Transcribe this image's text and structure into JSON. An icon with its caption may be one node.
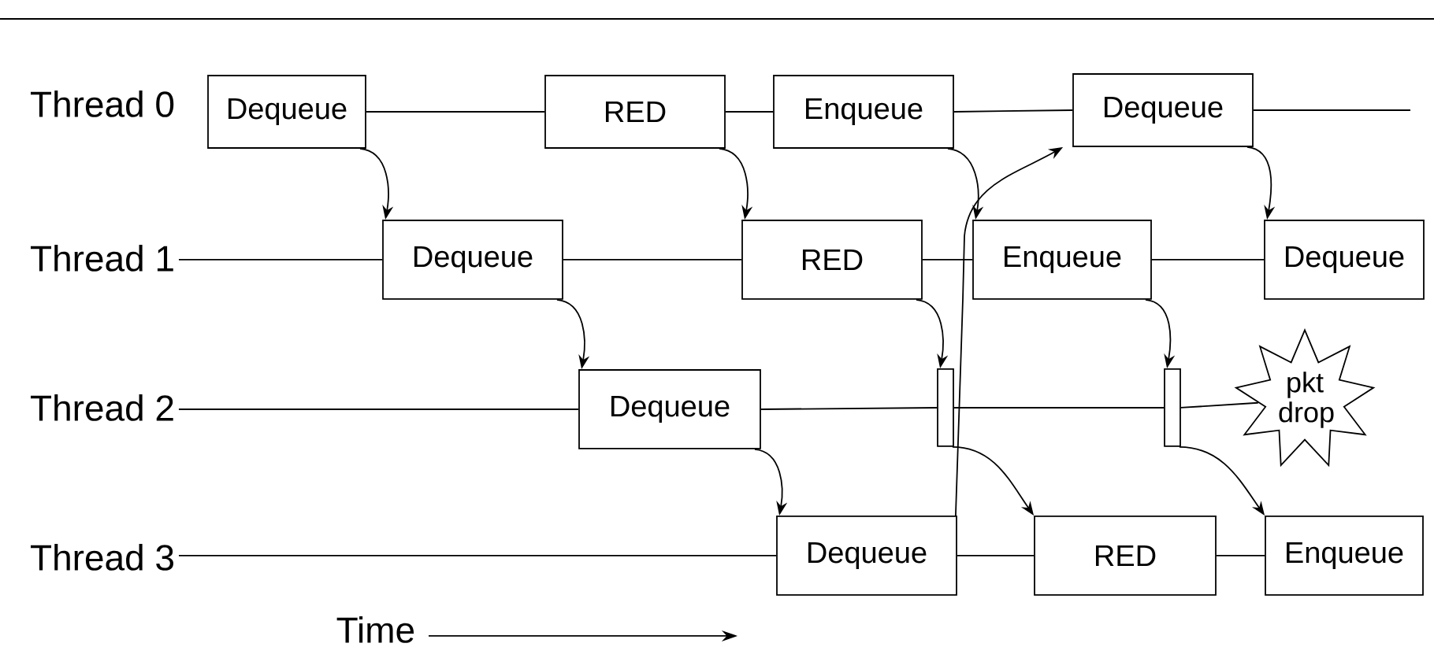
{
  "diagram": {
    "nodes": [
      {
        "text": [
          "Thread 0"
        ]
      },
      {
        "text": [
          "Dequeue"
        ]
      },
      {
        "text": [
          "RED"
        ]
      },
      {
        "text": [
          "Enqueue"
        ]
      },
      {
        "text": [
          "Dequeue"
        ]
      },
      {
        "text": [
          "Thread 1"
        ]
      },
      {
        "text": [
          "Dequeue"
        ]
      },
      {
        "text": [
          "RED"
        ]
      },
      {
        "text": [
          "Enqueue"
        ]
      },
      {
        "text": [
          "Dequeue"
        ]
      },
      {
        "text": [
          "Thread 2"
        ]
      },
      {
        "text": [
          "Dequeue"
        ]
      },
      {
        "text": [],
        "shape": "bar"
      },
      {
        "text": [],
        "shape": "bar"
      },
      {
        "text": [
          "pkt drop"
        ]
      },
      {
        "text": [
          "Thread 3"
        ]
      },
      {
        "text": [
          "Dequeue"
        ]
      },
      {
        "text": [
          "RED"
        ]
      },
      {
        "text": [
          "Enqueue"
        ]
      }
    ],
    "edges": [
      {
        "from": 1,
        "to": 2,
        "arrow": "none"
      },
      {
        "from": 2,
        "to": 3,
        "arrow": "none"
      },
      {
        "from": 3,
        "to": 4,
        "arrow": "none"
      },
      {
        "from": 4,
        "to": null,
        "arrow": "none"
      },
      {
        "from": 5,
        "to": 6,
        "arrow": "none"
      },
      {
        "from": 6,
        "to": 7,
        "arrow": "none"
      },
      {
        "from": 7,
        "to": 8,
        "arrow": "none"
      },
      {
        "from": 8,
        "to": 9,
        "arrow": "none"
      },
      {
        "from": 10,
        "to": 11,
        "arrow": "none"
      },
      {
        "from": 11,
        "to": 12,
        "arrow": "none"
      },
      {
        "from": 12,
        "to": 13,
        "arrow": "none"
      },
      {
        "from": 13,
        "to": 14,
        "arrow": "none"
      },
      {
        "from": 15,
        "to": 16,
        "arrow": "none"
      },
      {
        "from": 16,
        "to": 17,
        "arrow": "none"
      },
      {
        "from": 17,
        "to": 18,
        "arrow": "none"
      },
      {
        "from": 1,
        "to": 6,
        "arrow": "to"
      },
      {
        "from": 6,
        "to": 11,
        "arrow": "to"
      },
      {
        "from": 2,
        "to": 7,
        "arrow": "to"
      },
      {
        "from": 11,
        "to": 16,
        "arrow": "to"
      },
      {
        "from": 3,
        "to": 8,
        "arrow": "to"
      },
      {
        "from": 7,
        "to": 12,
        "arrow": "to"
      },
      {
        "from": 16,
        "to": 4,
        "arrow": "to"
      },
      {
        "from": 4,
        "to": 9,
        "arrow": "to"
      },
      {
        "from": 8,
        "to": 13,
        "arrow": "to"
      },
      {
        "from": 12,
        "to": 17,
        "arrow": "to"
      },
      {
        "from": 13,
        "to": 18,
        "arrow": "to"
      }
    ],
    "labels": [
      "Time"
    ]
  }
}
